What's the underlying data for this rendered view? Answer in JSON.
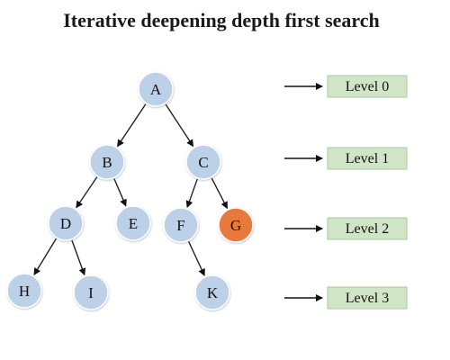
{
  "title": "Iterative deepening depth first search",
  "colors": {
    "node_default": "#bcd0e8",
    "node_highlight": "#e8793c",
    "level_box": "#cfe5c5",
    "edge": "#222222"
  },
  "nodes": [
    {
      "id": "A",
      "label": "A",
      "highlight": false
    },
    {
      "id": "B",
      "label": "B",
      "highlight": false
    },
    {
      "id": "C",
      "label": "C",
      "highlight": false
    },
    {
      "id": "D",
      "label": "D",
      "highlight": false
    },
    {
      "id": "E",
      "label": "E",
      "highlight": false
    },
    {
      "id": "F",
      "label": "F",
      "highlight": false
    },
    {
      "id": "G",
      "label": "G",
      "highlight": true
    },
    {
      "id": "H",
      "label": "H",
      "highlight": false
    },
    {
      "id": "I",
      "label": "I",
      "highlight": false
    },
    {
      "id": "K",
      "label": "K",
      "highlight": false
    }
  ],
  "edges": [
    {
      "from": "A",
      "to": "B"
    },
    {
      "from": "A",
      "to": "C"
    },
    {
      "from": "B",
      "to": "D"
    },
    {
      "from": "B",
      "to": "E"
    },
    {
      "from": "C",
      "to": "F"
    },
    {
      "from": "C",
      "to": "G"
    },
    {
      "from": "D",
      "to": "H"
    },
    {
      "from": "D",
      "to": "I"
    },
    {
      "from": "F",
      "to": "K"
    }
  ],
  "levels": [
    {
      "label": "Level 0"
    },
    {
      "label": "Level 1"
    },
    {
      "label": "Level 2"
    },
    {
      "label": "Level 3"
    }
  ]
}
